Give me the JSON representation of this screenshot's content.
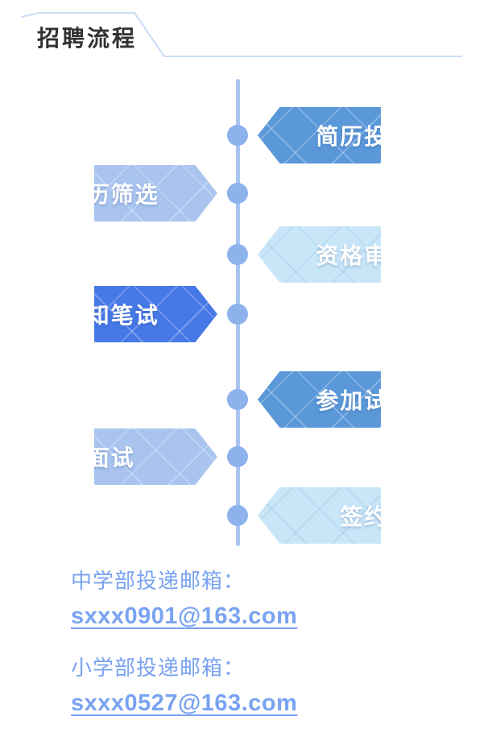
{
  "title": "招聘流程",
  "colors": {
    "header_line": "#cbdcf6",
    "title_text": "#323232",
    "timeline": "#a9c5f2",
    "dot": "#8db2ec",
    "banner_medium": "#5b98d9",
    "banner_light": "#a9c4ef",
    "banner_pale": "#c8e6f8",
    "banner_vivid": "#4678e6",
    "contact_text": "#79a3f1"
  },
  "flow": {
    "steps": [
      {
        "label": "简历投递",
        "name": "resume-submission",
        "side": "right",
        "variant": "medium"
      },
      {
        "label": "简历筛选",
        "name": "resume-screening",
        "side": "left",
        "variant": "light"
      },
      {
        "label": "资格审查",
        "name": "qualification-review",
        "side": "right",
        "variant": "pale"
      },
      {
        "label": "通知笔试",
        "name": "written-test-notice",
        "side": "left",
        "variant": "vivid"
      },
      {
        "label": "参加试讲",
        "name": "trial-lecture",
        "side": "right",
        "variant": "medium"
      },
      {
        "label": "面试",
        "name": "interview",
        "side": "left",
        "variant": "light"
      },
      {
        "label": "签约",
        "name": "signing",
        "side": "right",
        "variant": "pale"
      }
    ]
  },
  "contacts": [
    {
      "label": "中学部投递邮箱：",
      "email": "sxxx0901@163.com",
      "name": "middle-school"
    },
    {
      "label": "小学部投递邮箱：",
      "email": "sxxx0527@163.com",
      "name": "primary-school"
    }
  ]
}
